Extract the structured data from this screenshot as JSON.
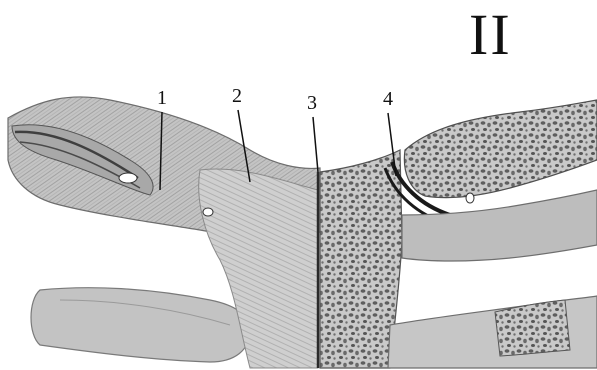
{
  "figure": {
    "panel_label": "II",
    "callouts": [
      {
        "label": "1"
      },
      {
        "label": "2"
      },
      {
        "label": "3"
      },
      {
        "label": "4"
      }
    ]
  },
  "colors": {
    "ink": "#111111",
    "bone_light": "#d6d6d6",
    "bone_mid": "#b9b9b9",
    "bone_dark": "#8f8f8f",
    "cancellous": "#6f6f6f",
    "background": "#ffffff"
  }
}
